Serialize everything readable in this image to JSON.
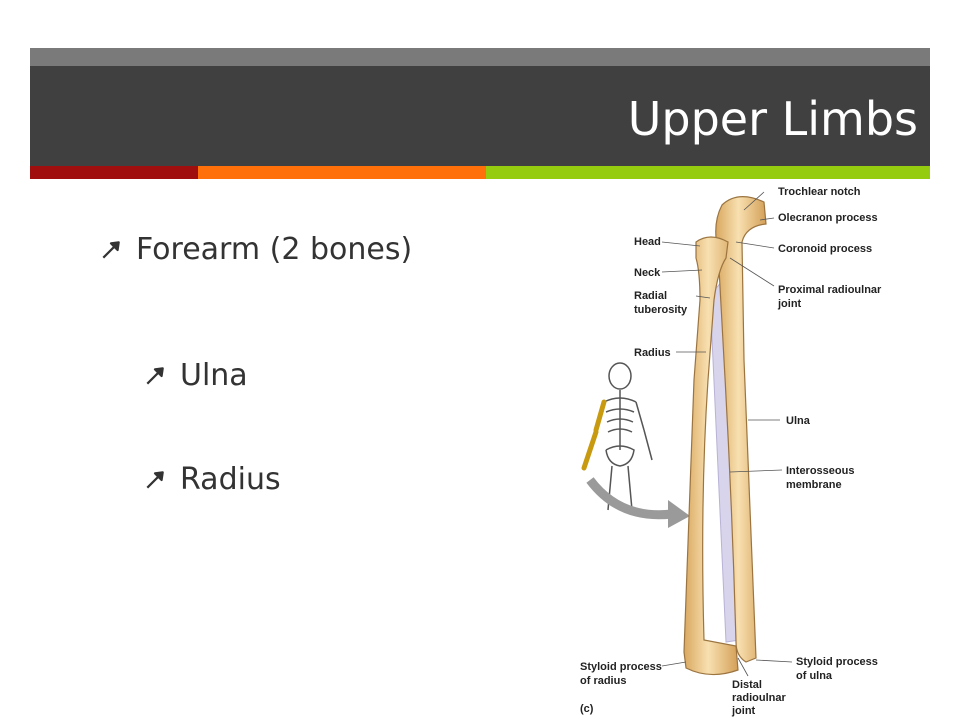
{
  "slide": {
    "title": "Upper Limbs",
    "accent_colors": [
      "#a00e0e",
      "#ff6f0a",
      "#96cc10"
    ],
    "title_bar_color": "#404040",
    "bullet_icon": "arrow-up-right-icon",
    "bullets": [
      {
        "text": "Forearm (2 bones)",
        "level": 1
      },
      {
        "text": "Ulna",
        "level": 2
      },
      {
        "text": "Radius",
        "level": 2
      }
    ]
  },
  "figure": {
    "labels": {
      "trochlear_notch": "Trochlear notch",
      "olecranon_process": "Olecranon process",
      "coronoid_process": "Coronoid process",
      "prox_joint_1": "Proximal radioulnar",
      "prox_joint_2": "joint",
      "head": "Head",
      "neck": "Neck",
      "radial_tuberosity_1": "Radial",
      "radial_tuberosity_2": "tuberosity",
      "radius": "Radius",
      "ulna": "Ulna",
      "interosseous_1": "Interosseous",
      "interosseous_2": "membrane",
      "styloid_ulna_1": "Styloid process",
      "styloid_ulna_2": "of ulna",
      "styloid_radius_1": "Styloid process",
      "styloid_radius_2": "of radius",
      "distal_joint_1": "Distal",
      "distal_joint_2": "radioulnar",
      "distal_joint_3": "joint",
      "panel": "(c)"
    }
  }
}
